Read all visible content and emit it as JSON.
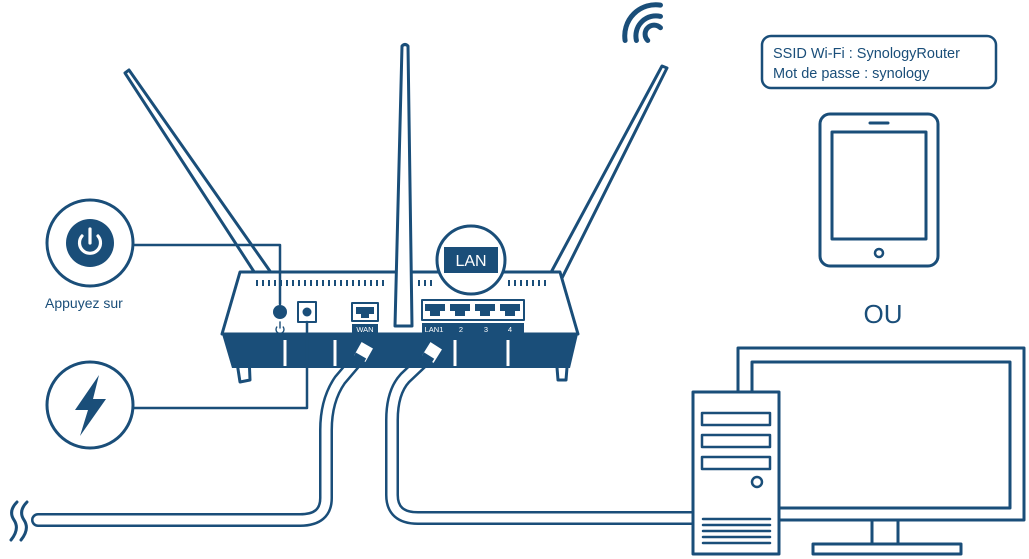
{
  "wifi_card": {
    "ssid_line": "SSID Wi-Fi : SynologyRouter",
    "password_line": "Mot de passe : synology"
  },
  "power_callout": {
    "label": "Appuyez sur"
  },
  "lan_badge": {
    "label": "LAN"
  },
  "or_label": "OU",
  "port_labels": {
    "wan": "WAN",
    "lan1": "LAN1",
    "lan2": "2",
    "lan3": "3",
    "lan4": "4"
  },
  "colors": {
    "primary": "#1a4e79",
    "background": "#ffffff"
  },
  "icons": [
    "power-icon",
    "lightning-icon",
    "wifi-signal-icon",
    "tablet-icon",
    "desktop-computer-icon",
    "router-icon"
  ]
}
